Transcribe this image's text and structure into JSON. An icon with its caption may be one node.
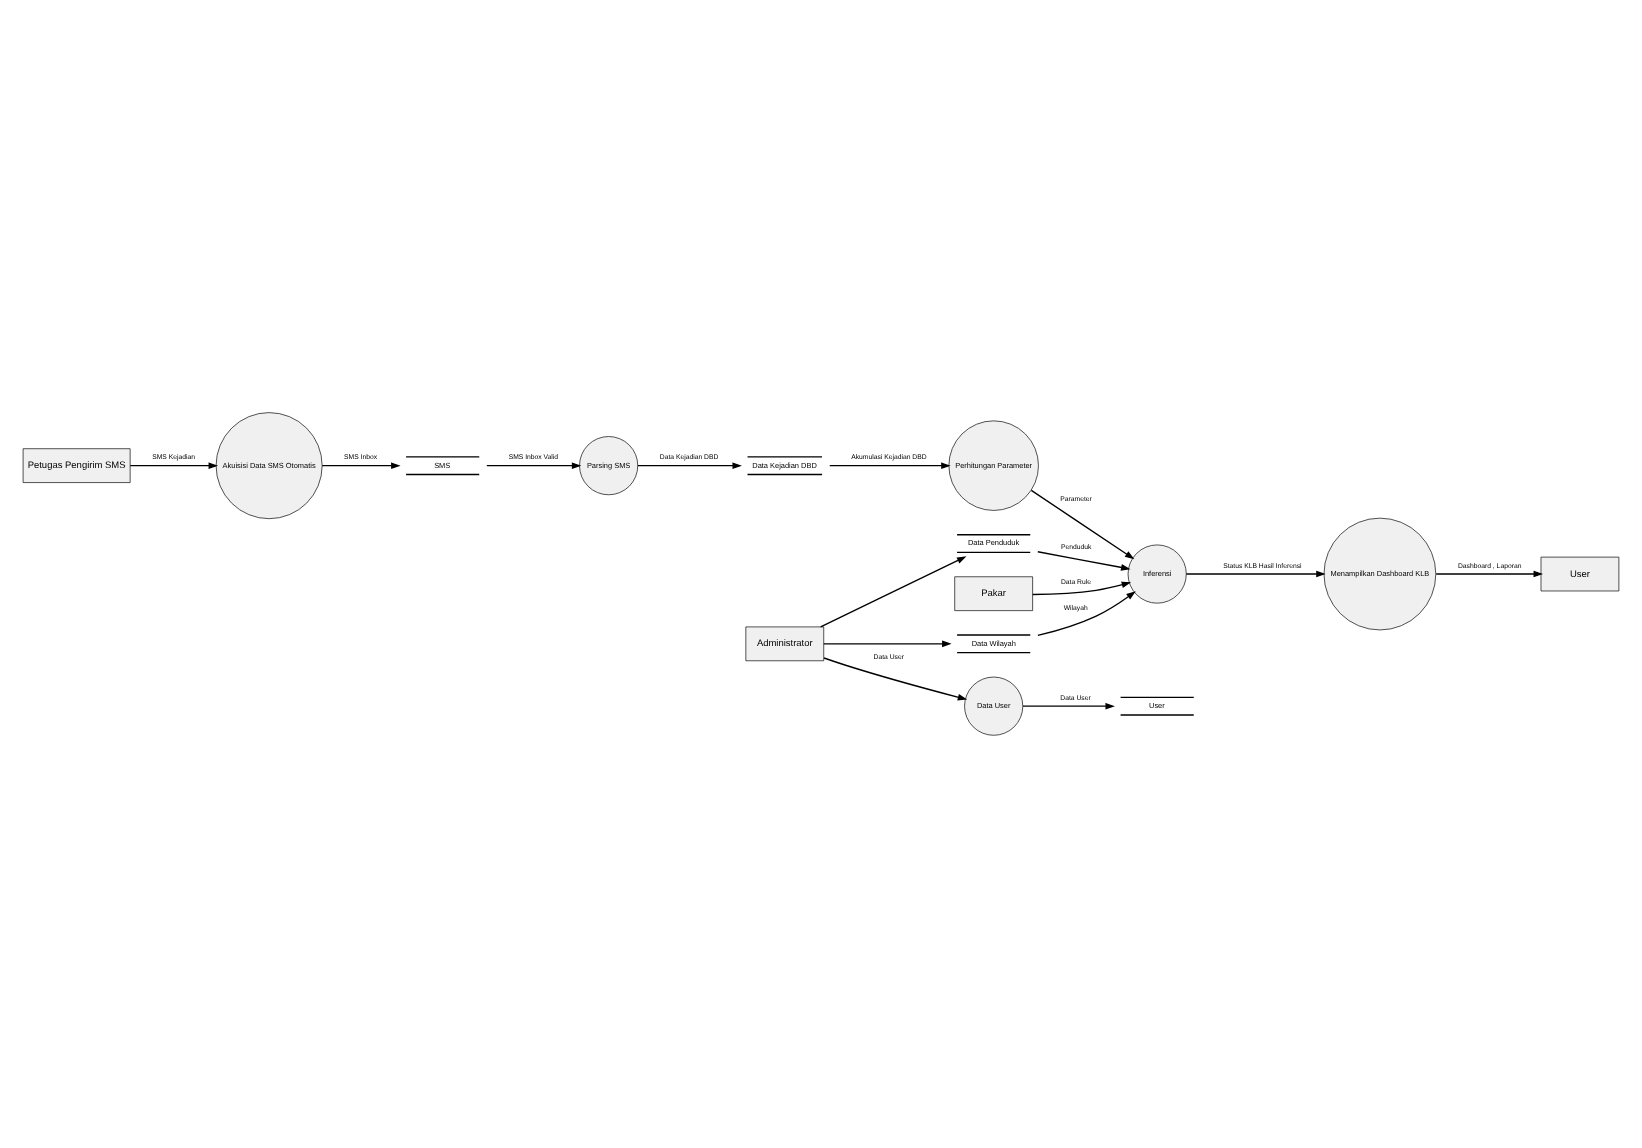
{
  "diagram": {
    "nodes": [
      {
        "text": [
          "Menampilkan Dashboard KLB"
        ]
      },
      {
        "text": [
          "Inferensi"
        ]
      },
      {
        "text": [
          "Perhitungan Parameter"
        ]
      },
      {
        "text": [
          "User"
        ]
      },
      {
        "text": [
          "Data User"
        ]
      },
      {
        "text": [
          "User"
        ]
      },
      {
        "text": [
          "Pakar"
        ]
      },
      {
        "text": [
          "Data Kejadian DBD"
        ]
      },
      {
        "text": [
          "Parsing SMS"
        ]
      },
      {
        "text": [
          "Data Penduduk"
        ]
      },
      {
        "text": [
          "Data Wilayah"
        ]
      },
      {
        "text": [
          "SMS"
        ]
      },
      {
        "text": [
          "Administrator"
        ]
      },
      {
        "text": [
          "Petugas Pengirim SMS"
        ]
      },
      {
        "text": [
          "Akuisisi Data SMS Otomatis"
        ]
      }
    ],
    "edges": [
      {
        "from": 1,
        "to": 0,
        "arrow": "to",
        "label": "Status KLB Hasil Inferensi"
      },
      {
        "from": 2,
        "to": 1,
        "arrow": "to",
        "label": "Parameter"
      },
      {
        "from": 0,
        "to": 5,
        "arrow": "to",
        "label": "Dashboard , Laporan"
      },
      {
        "from": 9,
        "to": 1,
        "arrow": "to",
        "label": "Penduduk"
      },
      {
        "from": 6,
        "to": 1,
        "arrow": "to",
        "label": "Data Rule"
      },
      {
        "from": 10,
        "to": 1,
        "arrow": "to",
        "label": "Wilayah"
      },
      {
        "from": 4,
        "to": 3,
        "arrow": "to",
        "label": "Data User"
      },
      {
        "from": 7,
        "to": 2,
        "arrow": "to",
        "label": "Akumulasi Kejadian DBD"
      },
      {
        "from": 8,
        "to": 7,
        "arrow": "to",
        "label": "Data Kejadian DBD"
      },
      {
        "from": 11,
        "to": 8,
        "arrow": "to",
        "label": "SMS Inbox Valid"
      },
      {
        "from": 12,
        "to": 4,
        "arrow": "to",
        "label": "Data User"
      },
      {
        "from": 12,
        "to": 9,
        "arrow": "to"
      },
      {
        "from": 12,
        "to": 10,
        "arrow": "to"
      },
      {
        "from": 14,
        "to": 11,
        "arrow": "to",
        "label": "SMS Inbox"
      },
      {
        "from": 13,
        "to": 14,
        "arrow": "to",
        "label": "SMS Kejadian"
      }
    ]
  }
}
